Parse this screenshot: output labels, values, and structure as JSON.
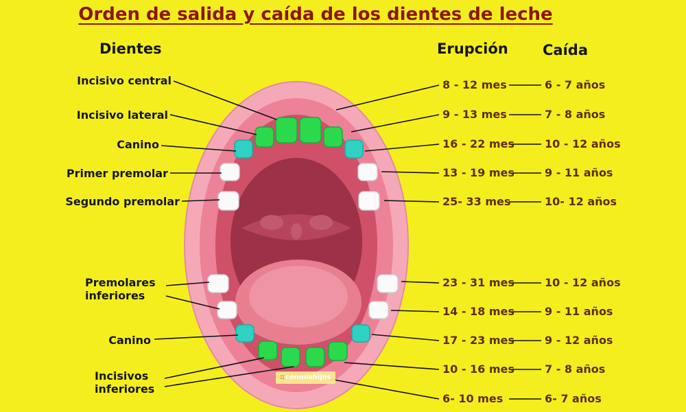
{
  "title": "Orden de salida y caída de los dientes de leche",
  "headers": {
    "dientes": "Dientes",
    "erupcion": "Erupción",
    "caida": "Caída"
  },
  "tooth_labels": [
    "Incisivo central",
    "Incisivo lateral",
    "Canino",
    "Primer premolar",
    "Segundo premolar",
    "Premolares inferiores",
    "Canino",
    "Incisivos inferiores"
  ],
  "rows": [
    {
      "erupcion": "8 - 12 mes",
      "caida": "6 - 7 años"
    },
    {
      "erupcion": "9 - 13 mes",
      "caida": "7 - 8 años"
    },
    {
      "erupcion": "16 - 22 mes",
      "caida": "10 - 12 años"
    },
    {
      "erupcion": "13 - 19 mes",
      "caida": "9 - 11 años"
    },
    {
      "erupcion": "25- 33 mes",
      "caida": "10- 12 años"
    },
    {
      "erupcion": "23 - 31 mes",
      "caida": "10 - 12 años"
    },
    {
      "erupcion": "14 - 18 mes",
      "caida": "9 - 11 años"
    },
    {
      "erupcion": "17 - 23 mes",
      "caida": "9 - 12 años"
    },
    {
      "erupcion": "10 - 16 mes",
      "caida": "7 - 8 años"
    },
    {
      "erupcion": "6- 10 mes",
      "caida": "6- 7 años"
    }
  ],
  "watermark": "conmishijos",
  "watermark_icon": "::",
  "colors": {
    "background": "#f4ee1e",
    "title-ink": "#8c1600",
    "ink": "#161616",
    "value-ink": "#5e2d05",
    "line": "#111111",
    "tooth-green": "#2bd94d",
    "tooth-cyan": "#2fd1c3",
    "tooth-white": "#fafafa"
  }
}
